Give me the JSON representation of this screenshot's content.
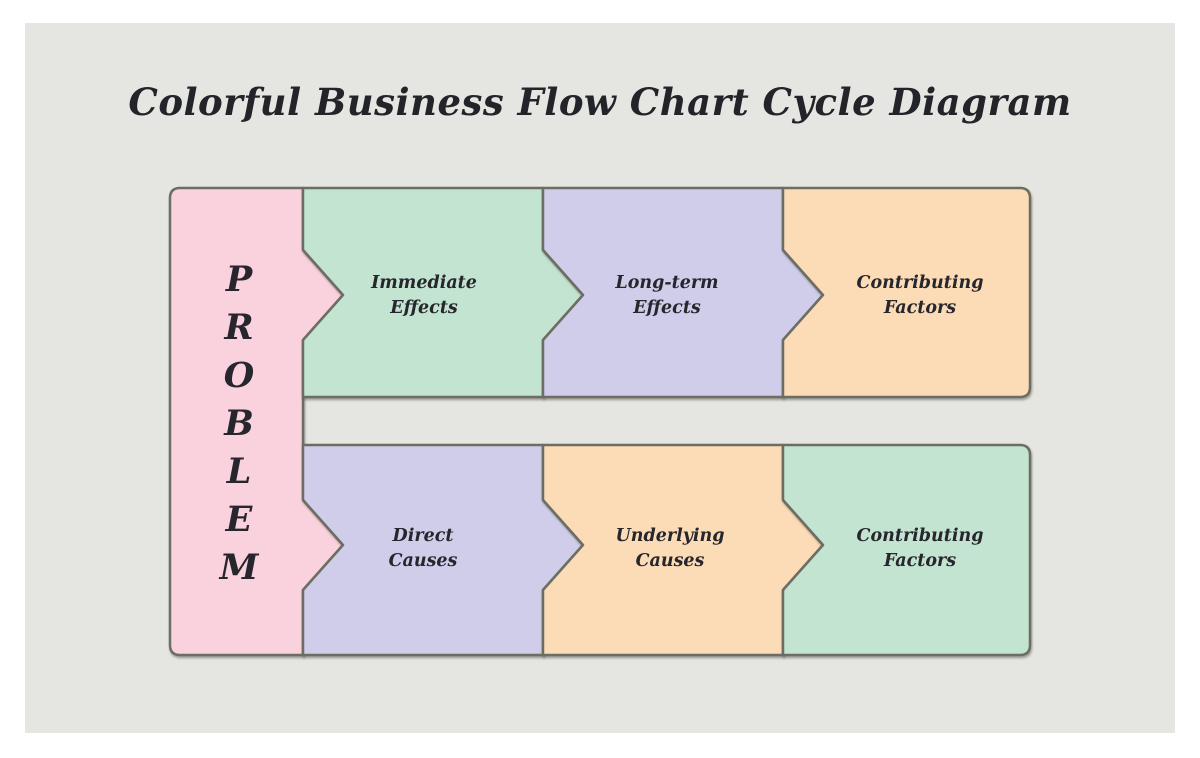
{
  "title": "Colorful Business Flow Chart Cycle Diagram",
  "diagram": {
    "colors": {
      "background": "#ffffff",
      "panel": "#e5e6e1",
      "border": "#6d6d63",
      "text": "#26262c",
      "pink": "#fad2de",
      "mint": "#c2e4d1",
      "lavender": "#cfcdea",
      "peach": "#fcdcb7"
    },
    "problem": {
      "label": "PROBLEM",
      "letters": [
        "P",
        "R",
        "O",
        "B",
        "L",
        "E",
        "M"
      ]
    },
    "top_row": [
      {
        "line1": "Immediate",
        "line2": "Effects"
      },
      {
        "line1": "Long-term",
        "line2": "Effects"
      },
      {
        "line1": "Contributing",
        "line2": "Factors"
      }
    ],
    "bottom_row": [
      {
        "line1": "Direct",
        "line2": "Causes"
      },
      {
        "line1": "Underlying",
        "line2": "Causes"
      },
      {
        "line1": "Contributing",
        "line2": "Factors"
      }
    ]
  }
}
